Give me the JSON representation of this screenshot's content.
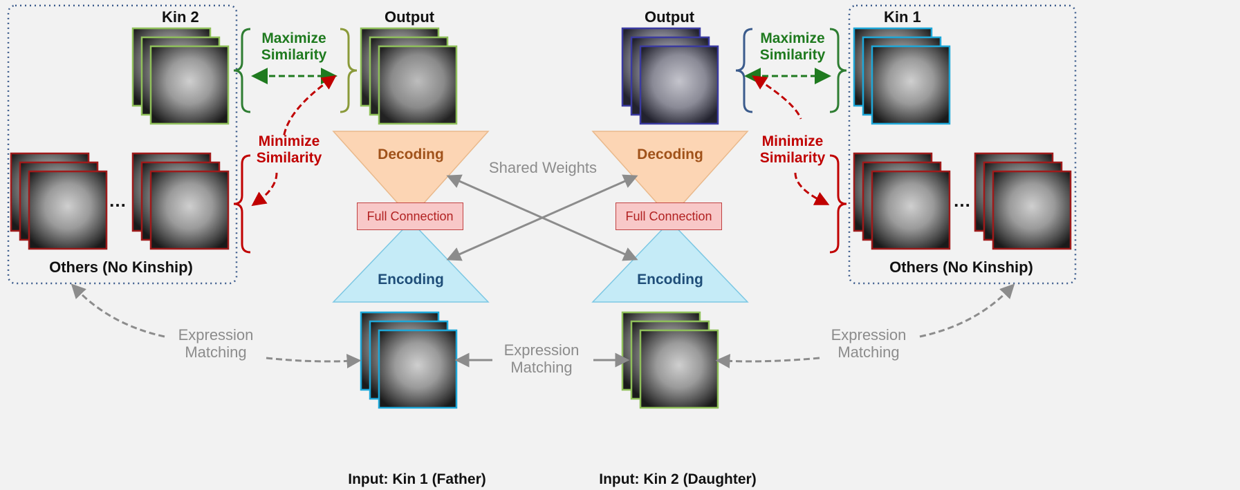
{
  "labels": {
    "kin2": "Kin 2",
    "kin1": "Kin 1",
    "output_left": "Output",
    "output_right": "Output",
    "maximize_left": "Maximize\nSimilarity",
    "maximize_right": "Maximize\nSimilarity",
    "minimize_left": "Minimize\nSimilarity",
    "minimize_right": "Minimize\nSimilarity",
    "decoding_left": "Decoding",
    "decoding_right": "Decoding",
    "encoding_left": "Encoding",
    "encoding_right": "Encoding",
    "full_connection_left": "Full Connection",
    "full_connection_right": "Full Connection",
    "shared_weights": "Shared Weights",
    "others_left": "Others (No Kinship)",
    "others_right": "Others (No Kinship)",
    "expression_matching_left": "Expression\nMatching",
    "expression_matching_center": "Expression\nMatching",
    "expression_matching_right": "Expression\nMatching",
    "ellipsis_left": "…",
    "ellipsis_right": "…",
    "input_left": "Input: Kin 1 (Father)",
    "input_right": "Input: Kin 2 (Daughter)"
  },
  "colors": {
    "green_frame": "#8fbf5a",
    "red_frame": "#9e1a1a",
    "blue_frame": "#2e6fc0",
    "cyan_frame": "#1ea7d8",
    "purple_frame": "#3a3aa0",
    "decoder_fill": "#fcd5b4",
    "encoder_fill": "#c5ebf7"
  }
}
